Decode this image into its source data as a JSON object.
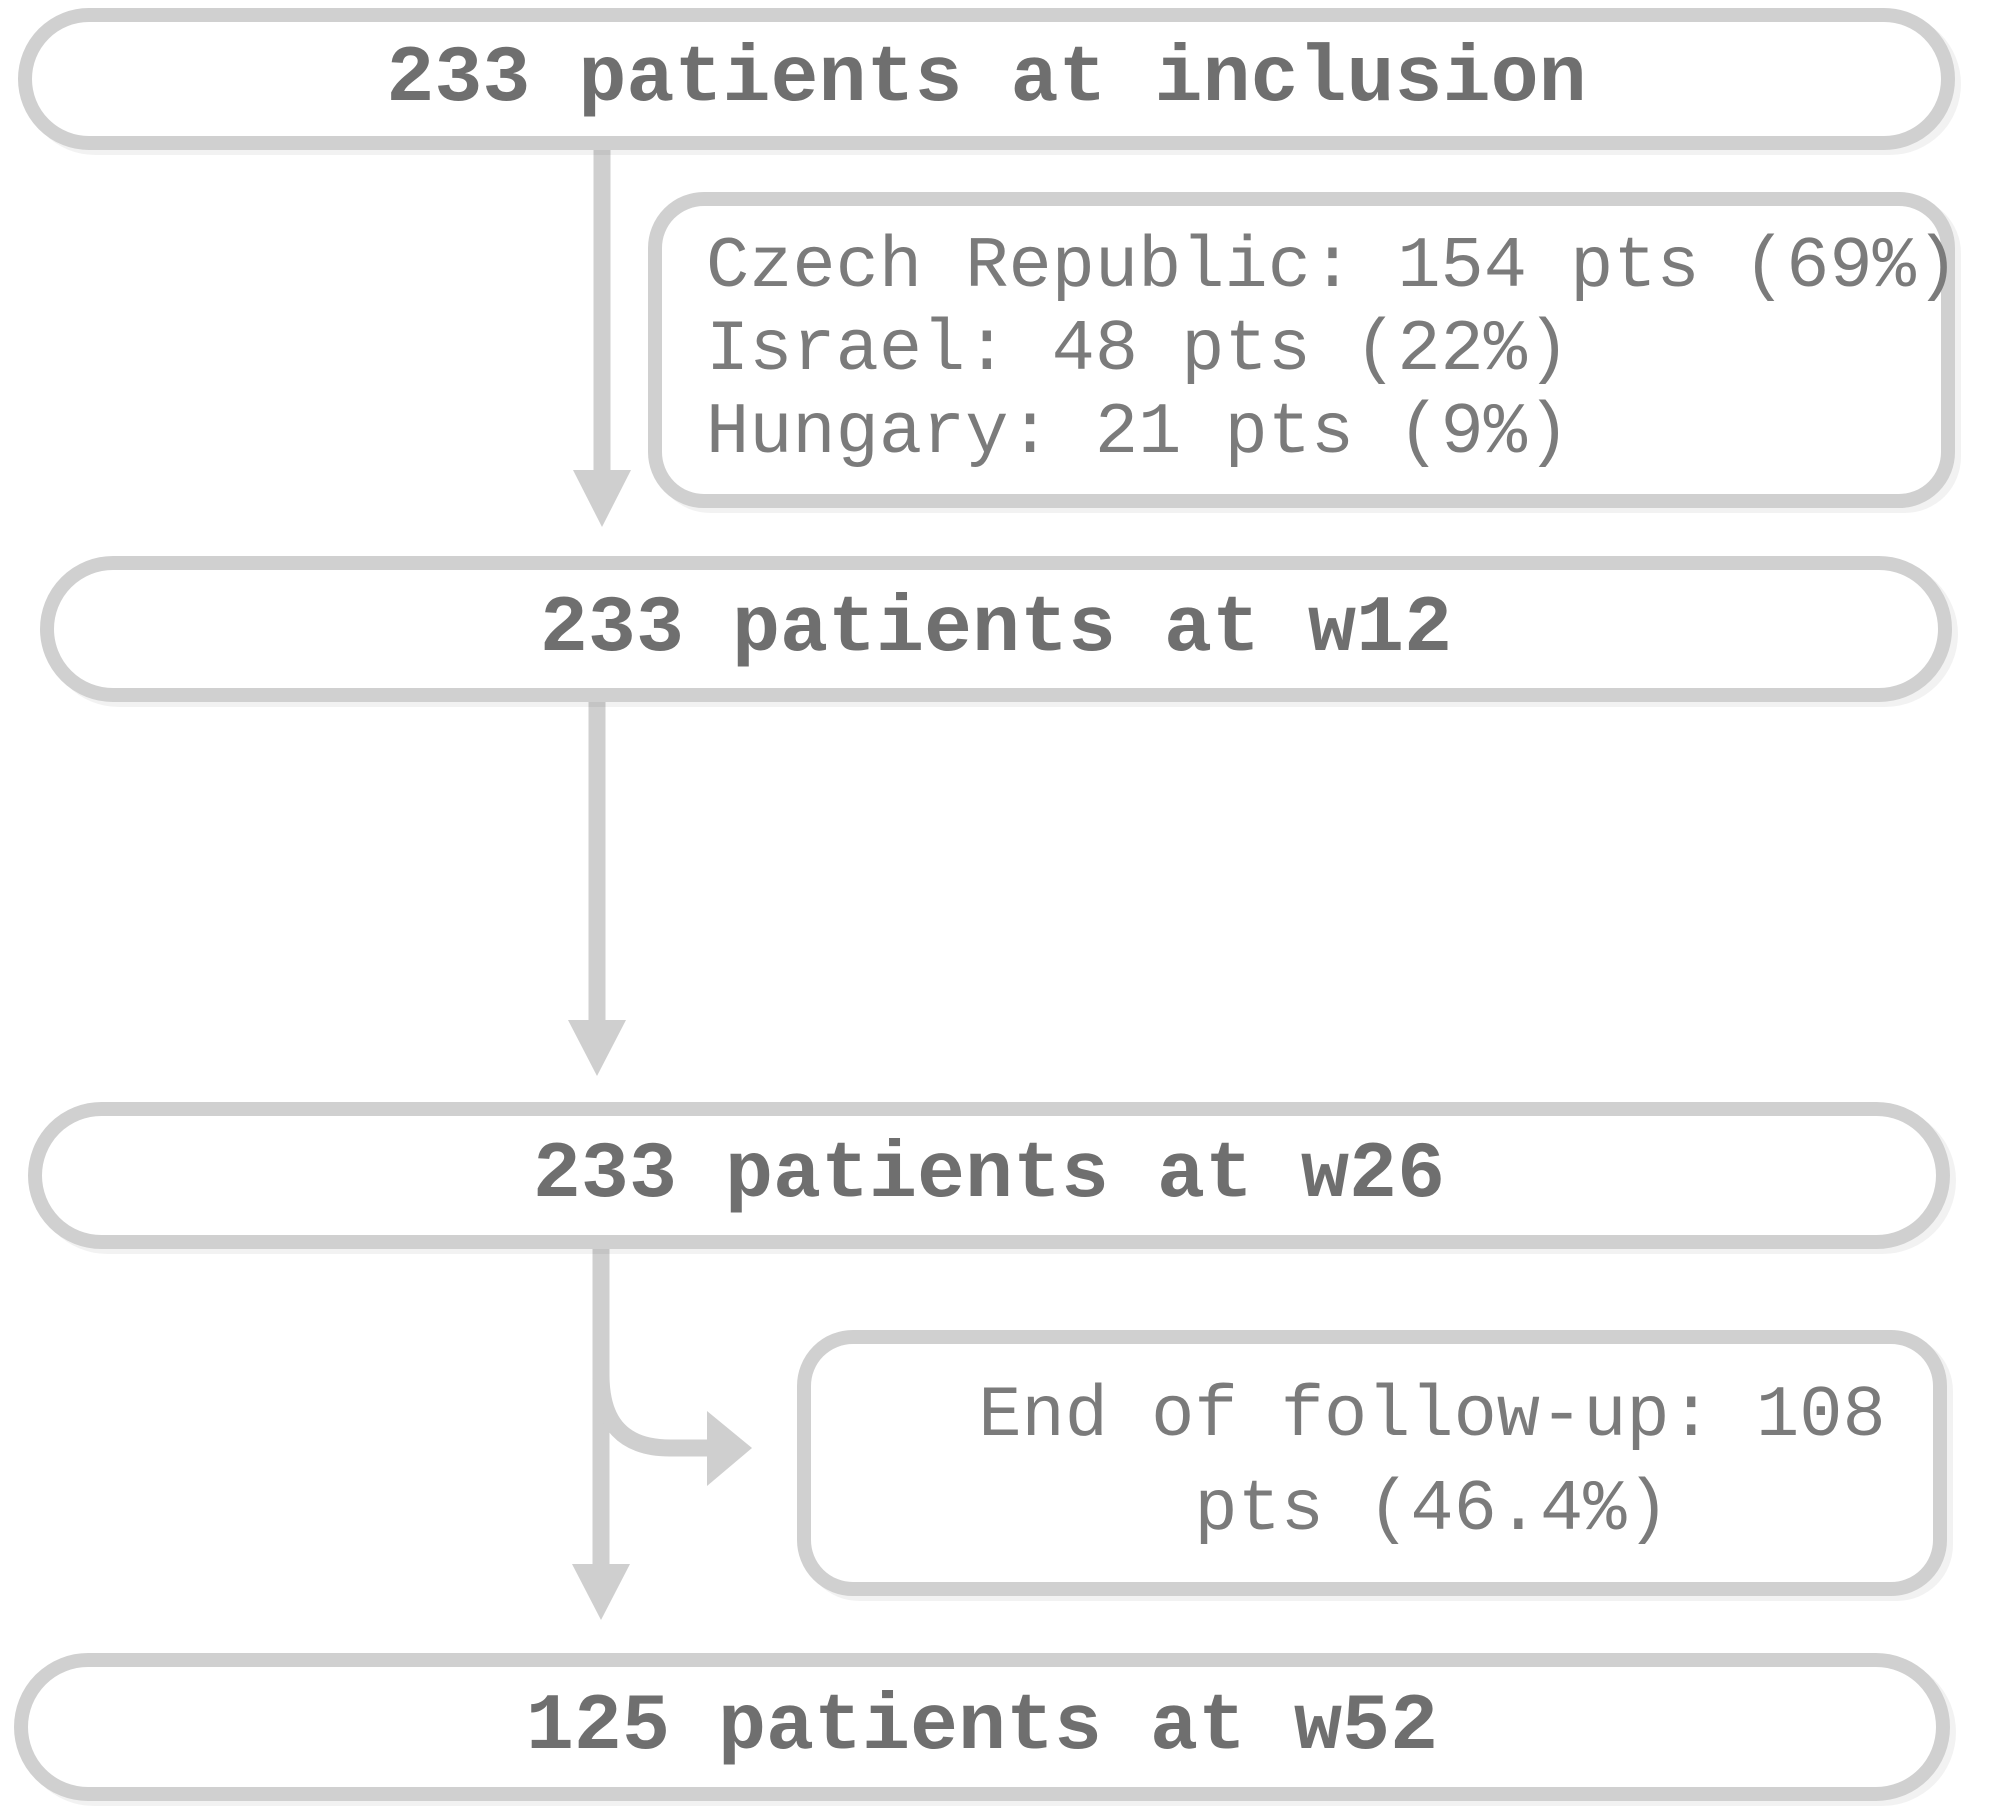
{
  "figure": {
    "type": "patient-flow-diagram",
    "background": "#ffffff",
    "colors": {
      "box_border": "#d0d0d0",
      "arrow": "#cfcfcf",
      "node_text": "#6f6f6f",
      "note_text": "#7b7b7b"
    },
    "nodes": [
      {
        "label": "233 patients at inclusion"
      },
      {
        "label": "233 patients at w12"
      },
      {
        "label": "233 patients at w26"
      },
      {
        "label": "125 patients at w52"
      }
    ],
    "notes": [
      {
        "lines": [
          "Czech Republic: 154 pts (69%)",
          "Israel: 48 pts (22%)",
          "Hungary: 21 pts (9%)"
        ]
      },
      {
        "lines": [
          "End of follow-up: 108",
          "pts (46.4%)"
        ]
      }
    ]
  }
}
